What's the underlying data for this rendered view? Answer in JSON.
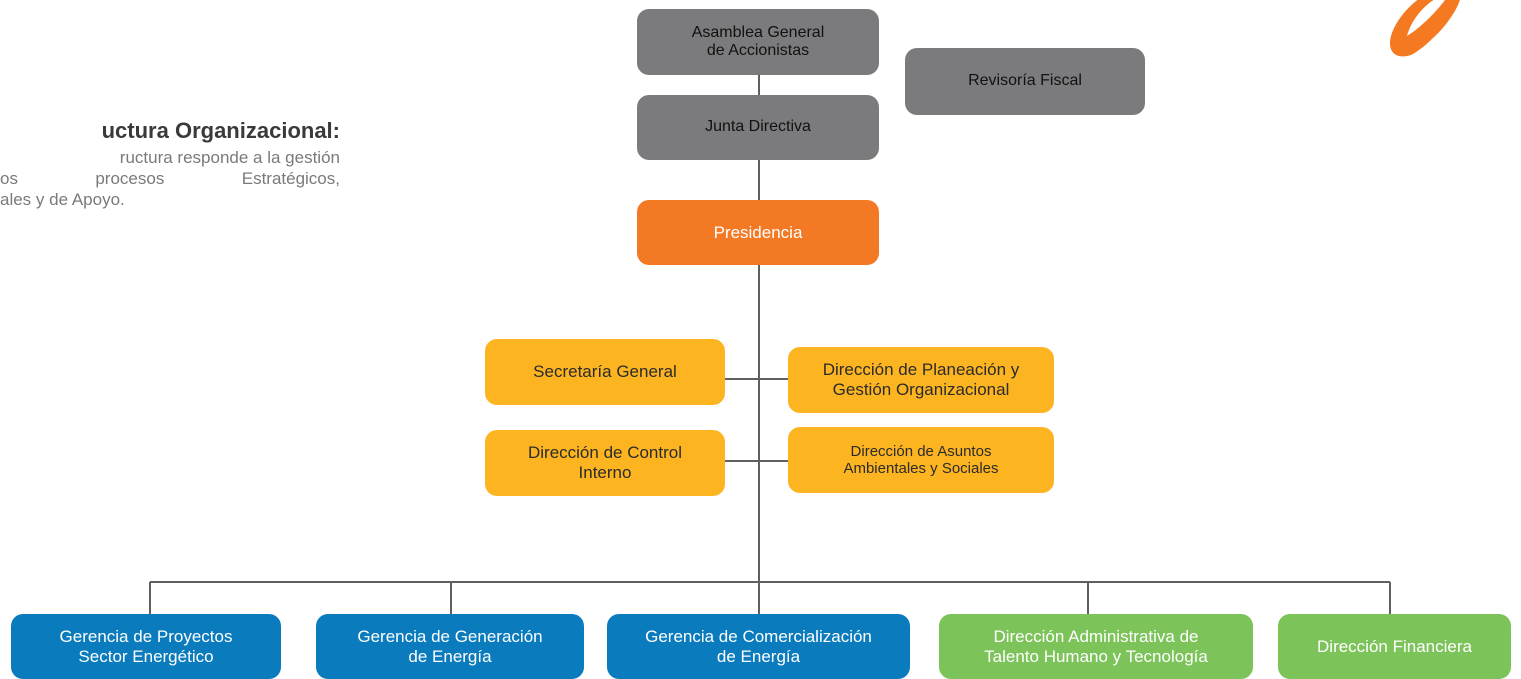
{
  "intro": {
    "title": "uctura  Organizacional:",
    "line1": "ructura responde a la gestión",
    "line2": "os  procesos  Estratégicos,",
    "line3": "ales y de Apoyo."
  },
  "org": {
    "governance": {
      "assembly": "Asamblea General\nde Accionistas",
      "fiscal_review": "Revisoría Fiscal",
      "board": "Junta Directiva"
    },
    "presidency": "Presidencia",
    "staff_units": {
      "general_secretary": "Secretaría General",
      "planning": "Dirección de Planeación y\nGestión Organizacional",
      "internal_control": "Dirección de Control\nInterno",
      "environmental_social": "Dirección de Asuntos\nAmbientales y Sociales"
    },
    "line_units": {
      "projects": "Gerencia de Proyectos\nSector Energético",
      "generation": "Gerencia de Generación\nde Energía",
      "commercialization": "Gerencia de Comercialización\nde Energía",
      "admin_hr_tech": "Dirección Administrativa de\nTalento Humano y Tecnología",
      "finance": "Dirección Financiera"
    }
  },
  "colors": {
    "governance": "#7b7b7d",
    "presidency": "#f47925",
    "staff": "#fdb421",
    "operations": "#0a7bbd",
    "support": "#7cc35a",
    "connector": "#5f5f5f",
    "logo": "#f47920"
  },
  "icons": {
    "logo": "brand-swoosh-logo"
  }
}
